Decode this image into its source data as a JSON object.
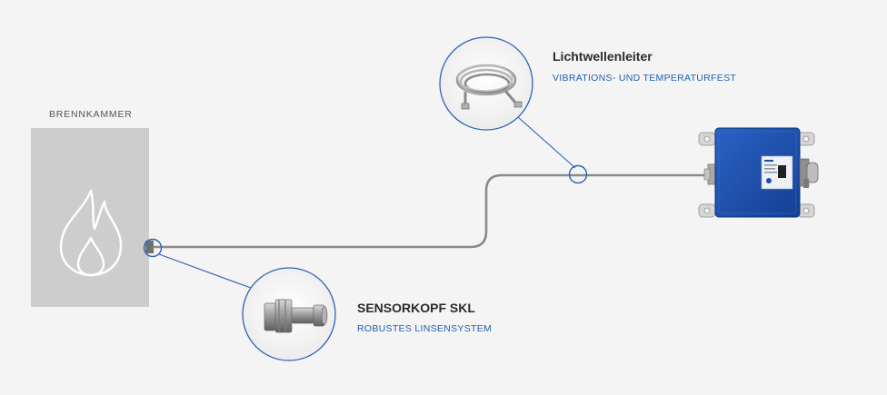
{
  "combustion_chamber": {
    "label": "BRENNKAMMER",
    "icon": "flame-icon"
  },
  "fiber_optic": {
    "title": "Lichtwellenleiter",
    "subtitle": "VIBRATIONS- UND TEMPERATURFEST",
    "icon": "coiled-cable-icon"
  },
  "sensor_head": {
    "title": "SENSORKOPF SKL",
    "subtitle": "ROBUSTES LINSENSYSTEM",
    "icon": "sensor-head-icon"
  },
  "electronics_unit": {
    "icon": "control-box-icon"
  },
  "colors": {
    "background": "#f4f4f4",
    "chamber": "#cdcdcd",
    "cable": "#8a8a8a",
    "callout": "#2f62b5",
    "subtitle": "#1f5fb0",
    "box": "#1a4fae"
  }
}
